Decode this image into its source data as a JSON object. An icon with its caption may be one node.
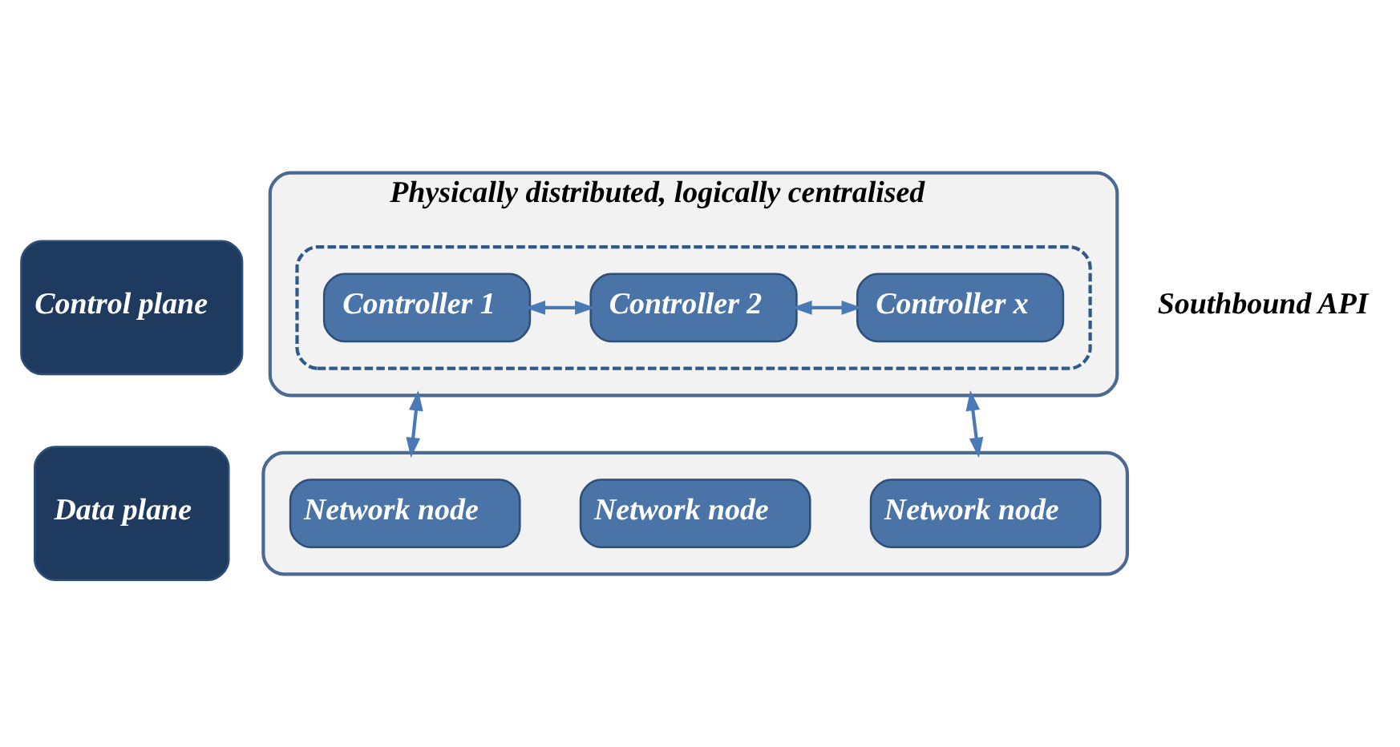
{
  "diagram": {
    "nodes": [
      {
        "text": [
          "Control plane"
        ]
      },
      {
        "text": [
          "Physically distributed, logically centralised"
        ]
      },
      {
        "text": [],
        "shape": "box",
        "in": 1
      },
      {
        "text": [
          "Controller 1"
        ],
        "in": 2
      },
      {
        "text": [
          "Controller 2"
        ],
        "in": 2
      },
      {
        "text": [
          "Controller x"
        ],
        "in": 2
      },
      {
        "text": [
          "Data plane"
        ]
      },
      {
        "text": [],
        "shape": "box"
      },
      {
        "text": [
          "Network node"
        ],
        "in": 7
      },
      {
        "text": [
          "Network node"
        ],
        "in": 7
      },
      {
        "text": [
          "Network node"
        ],
        "in": 7
      }
    ],
    "edges": [
      {
        "from": 3,
        "to": 4,
        "arrow": "both"
      },
      {
        "from": 4,
        "to": 5,
        "arrow": "both"
      },
      {
        "from": 1,
        "to": 7,
        "arrow": "both"
      },
      {
        "from": 1,
        "to": 7,
        "arrow": "both"
      }
    ],
    "labels": [
      "Southbound API"
    ]
  }
}
